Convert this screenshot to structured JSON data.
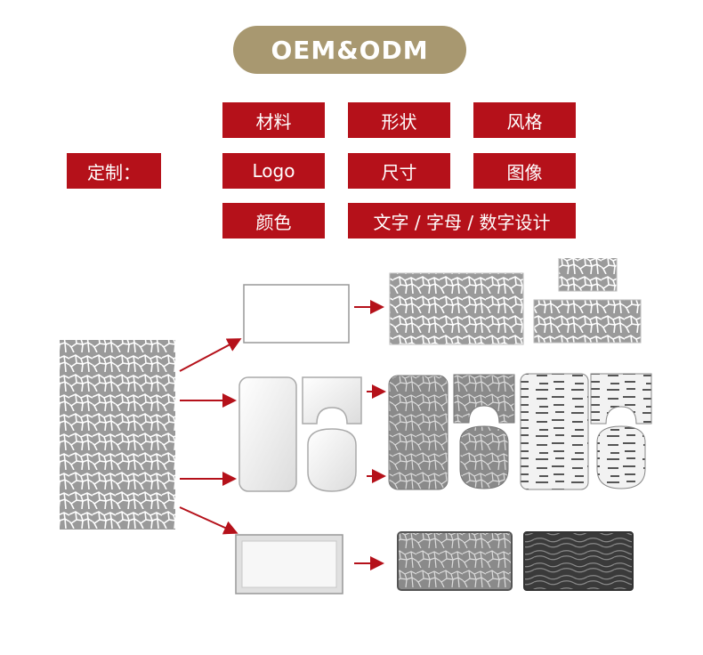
{
  "header": {
    "title": "OEM&ODM"
  },
  "customize": {
    "label": "定制：",
    "options": {
      "material": "材料",
      "shape": "形状",
      "style": "风格",
      "logo": "Logo",
      "size": "尺寸",
      "image": "图像",
      "color": "颜色",
      "text": "文字 / 字母 / 数字设计"
    }
  },
  "colors": {
    "title_pill": "#a89870",
    "tag_red": "#b5111a",
    "arrow_red": "#b5111a",
    "pattern_gray": "#9a9a9a"
  }
}
